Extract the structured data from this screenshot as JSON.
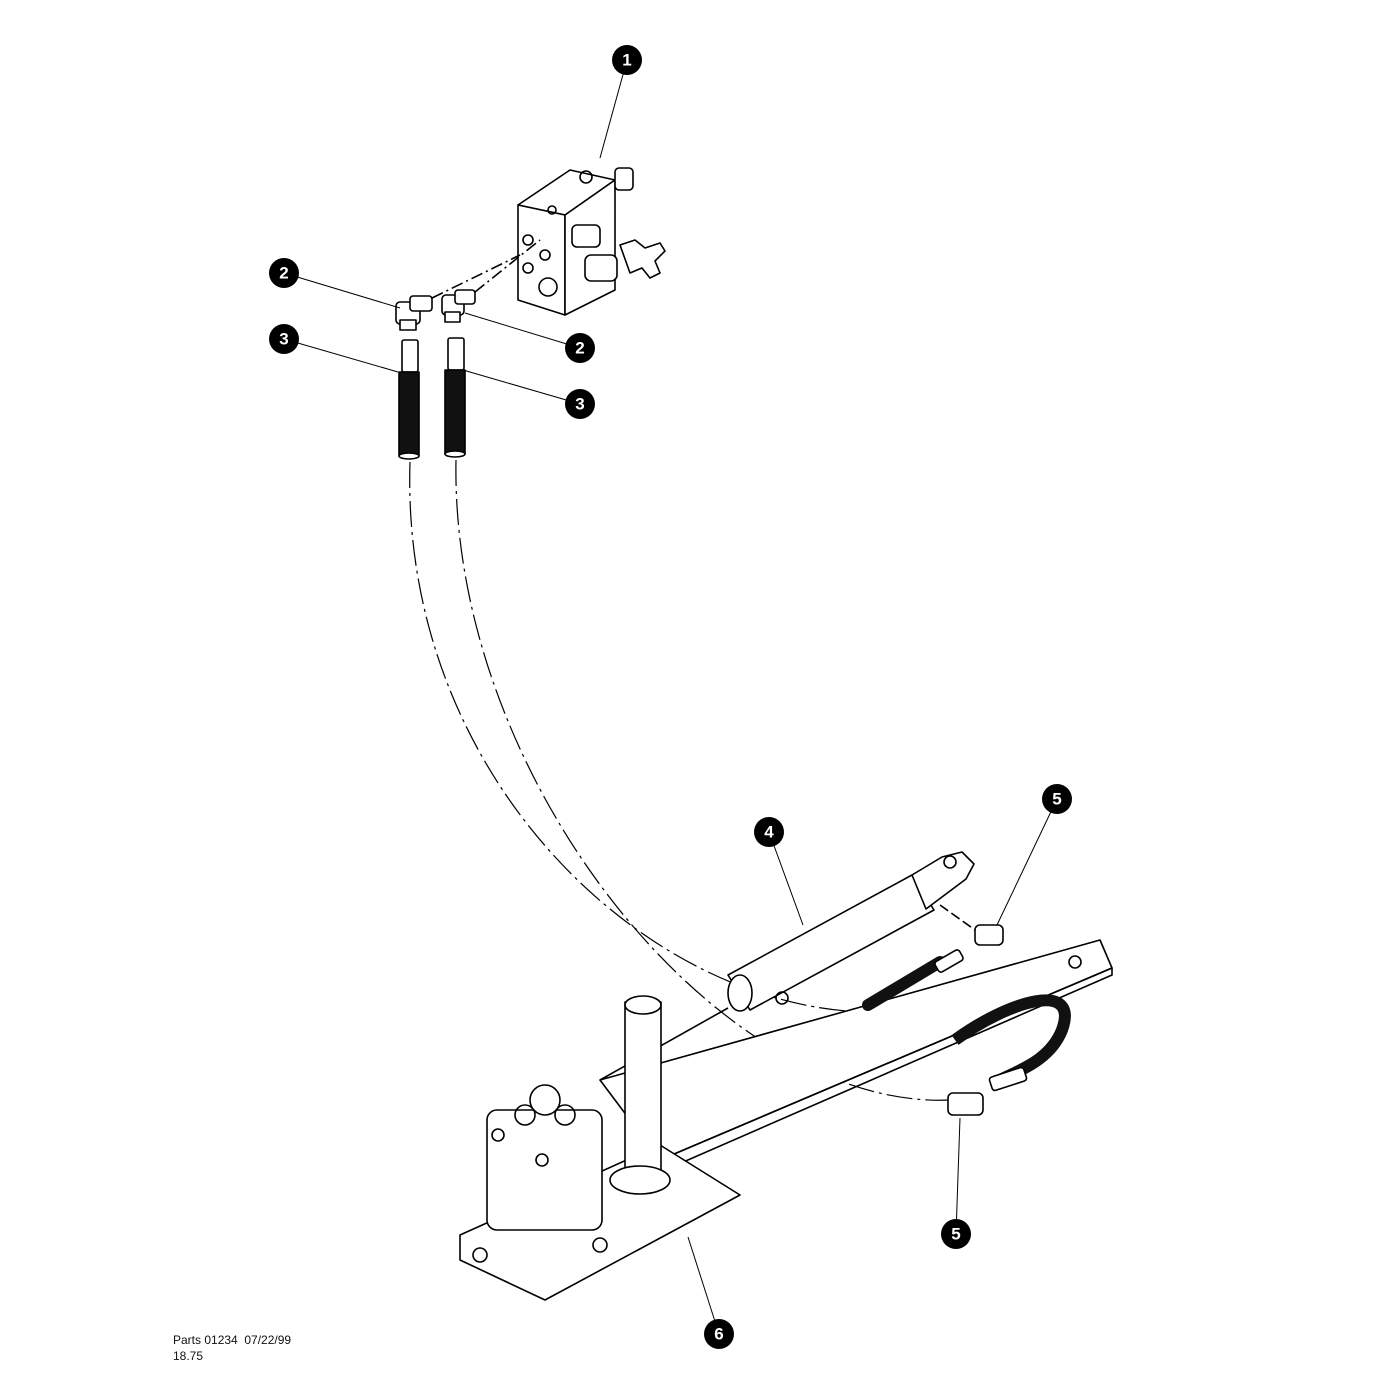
{
  "callouts": [
    {
      "label": "1",
      "part": "valve-block"
    },
    {
      "label": "2",
      "part": "elbow-fitting-left"
    },
    {
      "label": "2",
      "part": "elbow-fitting-right"
    },
    {
      "label": "3",
      "part": "hose-left"
    },
    {
      "label": "3",
      "part": "hose-right"
    },
    {
      "label": "4",
      "part": "hydraulic-cylinder"
    },
    {
      "label": "5",
      "part": "elbow-fitting-upper"
    },
    {
      "label": "5",
      "part": "elbow-fitting-lower"
    },
    {
      "label": "6",
      "part": "pump-base-plate"
    }
  ],
  "footer": {
    "line1": "Parts 01234  07/22/99",
    "line2": "18.75"
  }
}
